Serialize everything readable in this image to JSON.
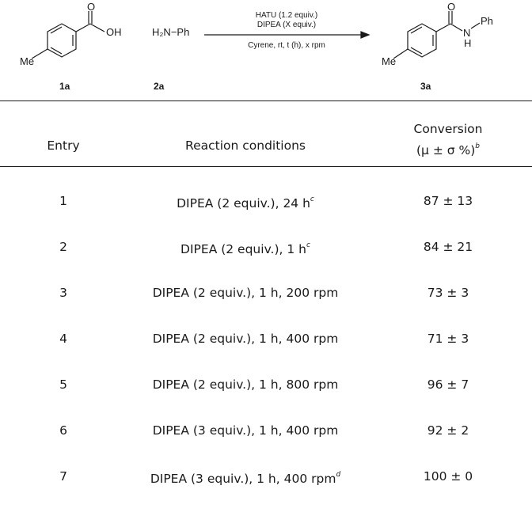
{
  "scheme": {
    "reagents_top_1": "HATU (1.2 equiv.)",
    "reagents_top_2": "DIPEA (X equiv.)",
    "conditions_bottom": "Cyrene, rt, t (h), x rpm",
    "compound_1a": "1a",
    "compound_2a": "2a",
    "compound_3a": "3a",
    "amine_formula": "H₂N−Ph",
    "me_label": "Me",
    "o_label": "O",
    "oh_label": "OH",
    "n_label": "N",
    "h_label": "H",
    "ph_label": "Ph"
  },
  "table": {
    "headers": {
      "entry": "Entry",
      "conditions": "Reaction conditions",
      "conversion_line1": "Conversion",
      "conversion_line2": "(μ ± σ %)",
      "conversion_note": "b"
    },
    "rows": [
      {
        "entry": "1",
        "conditions": "DIPEA (2 equiv.), 24 h",
        "note": "c",
        "conversion": "87 ± 13"
      },
      {
        "entry": "2",
        "conditions": "DIPEA (2 equiv.), 1 h",
        "note": "c",
        "conversion": "84 ± 21"
      },
      {
        "entry": "3",
        "conditions": "DIPEA (2 equiv.), 1 h, 200 rpm",
        "note": "",
        "conversion": "73 ± 3"
      },
      {
        "entry": "4",
        "conditions": "DIPEA (2 equiv.), 1 h, 400 rpm",
        "note": "",
        "conversion": "71 ± 3"
      },
      {
        "entry": "5",
        "conditions": "DIPEA (2 equiv.), 1 h, 800 rpm",
        "note": "",
        "conversion": "96 ± 7"
      },
      {
        "entry": "6",
        "conditions": "DIPEA (3 equiv.), 1 h, 400 rpm",
        "note": "",
        "conversion": "92 ± 2"
      },
      {
        "entry": "7",
        "conditions": "DIPEA (3 equiv.), 1 h, 400 rpm",
        "note": "d",
        "conversion": "100 ± 0"
      }
    ]
  }
}
